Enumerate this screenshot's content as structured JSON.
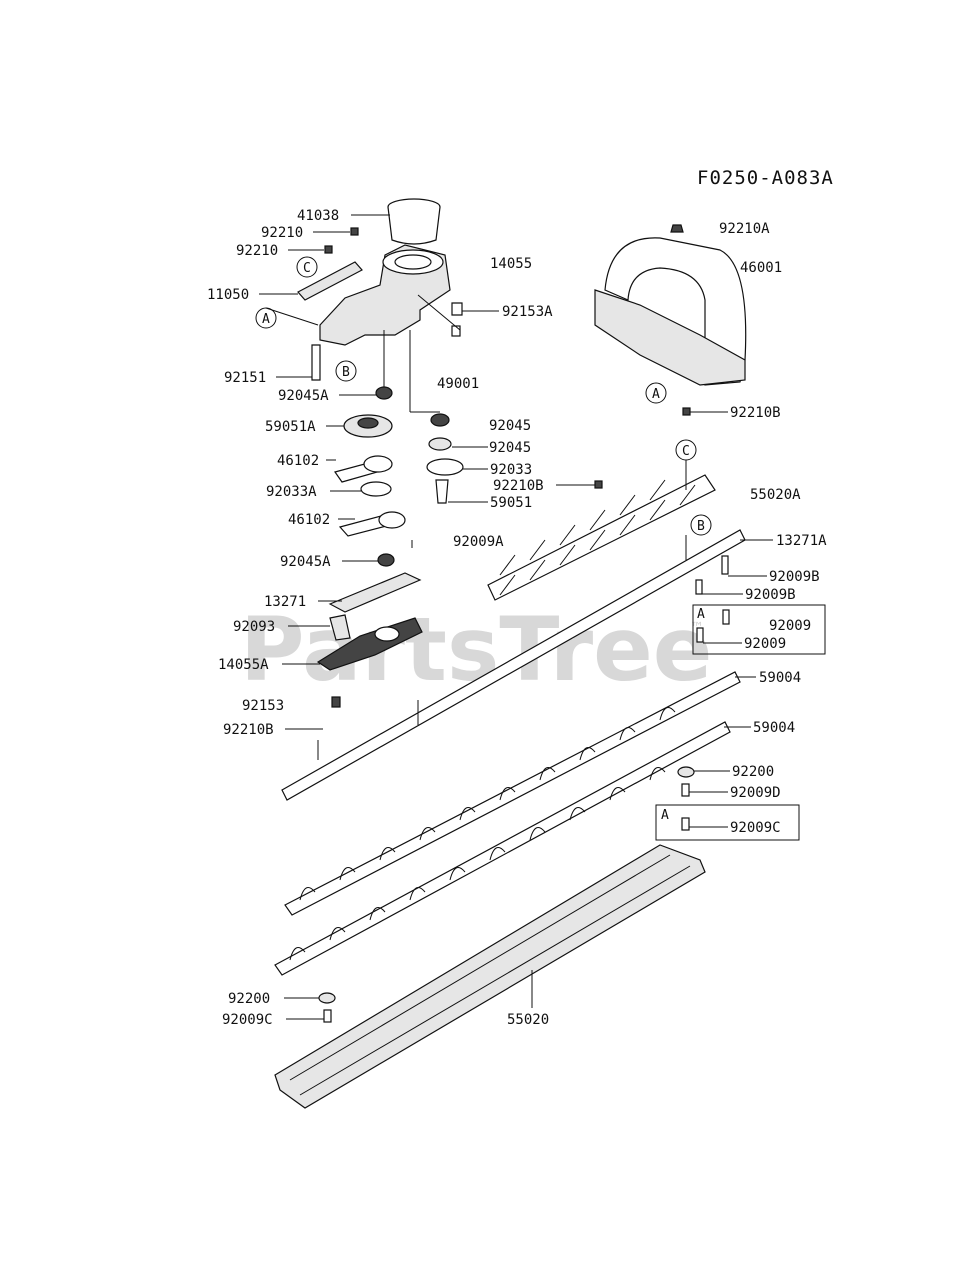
{
  "diagram": {
    "code": "F0250-A083A",
    "watermark": "PartsTree",
    "trademark": "™",
    "parts": {
      "p41038": "41038",
      "p92210_1": "92210",
      "p92210_2": "92210",
      "p14055": "14055",
      "p11050": "11050",
      "p92153A": "92153A",
      "p92151": "92151",
      "p49001": "49001",
      "p92045A_1": "92045A",
      "p59051A": "59051A",
      "p92045_1": "92045",
      "p92045_2": "92045",
      "p46102_1": "46102",
      "p92033": "92033",
      "p92033A": "92033A",
      "p59051": "59051",
      "p46102_2": "46102",
      "p92045A_2": "92045A",
      "p13271": "13271",
      "p92093": "92093",
      "p14055A": "14055A",
      "p92153": "92153",
      "p92210B_1": "92210B",
      "p92210A": "92210A",
      "p46001": "46001",
      "p92210B_2": "92210B",
      "p55020A": "55020A",
      "p92210B_3": "92210B",
      "p92009A": "92009A",
      "p13271A": "13271A",
      "p92009B_1": "92009B",
      "p92009B_2": "92009B",
      "p92009_1": "92009",
      "p92009_2": "92009",
      "p59004_1": "59004",
      "p59004_2": "59004",
      "p92200_1": "92200",
      "p92009D": "92009D",
      "p92009C_1": "92009C",
      "p92200_2": "92200",
      "p92009C_2": "92009C",
      "p55020": "55020"
    },
    "refs": {
      "refA_1": "A",
      "refB_1": "B",
      "refC_1": "C",
      "refA_2": "A",
      "refB_2": "B",
      "refC_2": "C",
      "boxA_1": "A",
      "boxA_2": "A"
    }
  }
}
